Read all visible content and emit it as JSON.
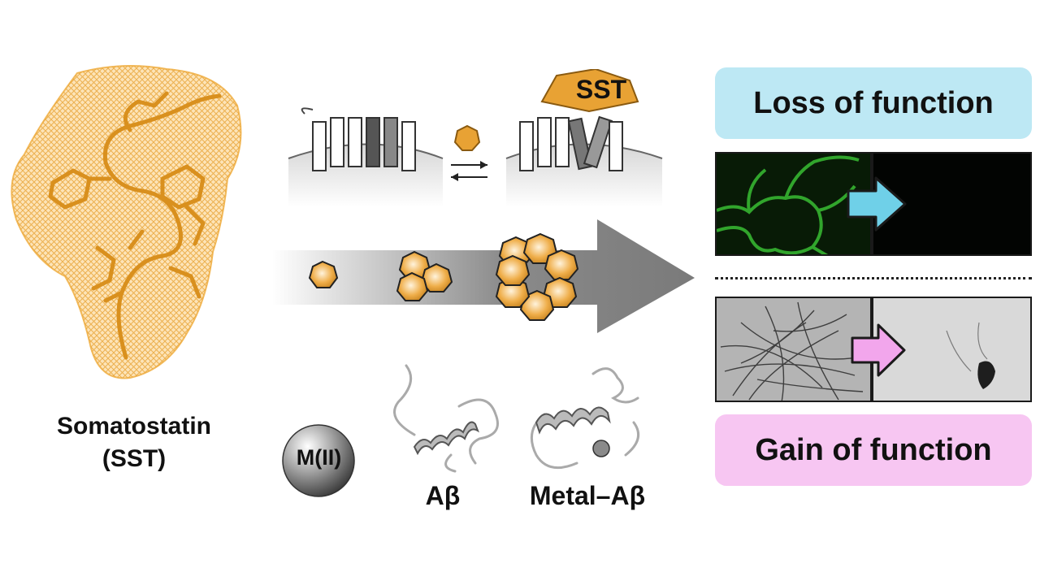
{
  "labels": {
    "protein_name_line1": "Somatostatin",
    "protein_name_line2": "(SST)",
    "receptor_ligand": "SST",
    "metal": "M(II)",
    "abeta": "Aβ",
    "metal_abeta": "Metal–Aβ"
  },
  "panels": {
    "loss_title": "Loss of function",
    "gain_title": "Gain of function"
  },
  "colors": {
    "sst_orange": "#E8A234",
    "loss_bg": "#BDE8F4",
    "gain_bg": "#F7C6F2",
    "cyan_arrow": "#6FD0E8",
    "pink_arrow": "#F2A6EC",
    "grey_arrow": "#8a8a8a"
  }
}
